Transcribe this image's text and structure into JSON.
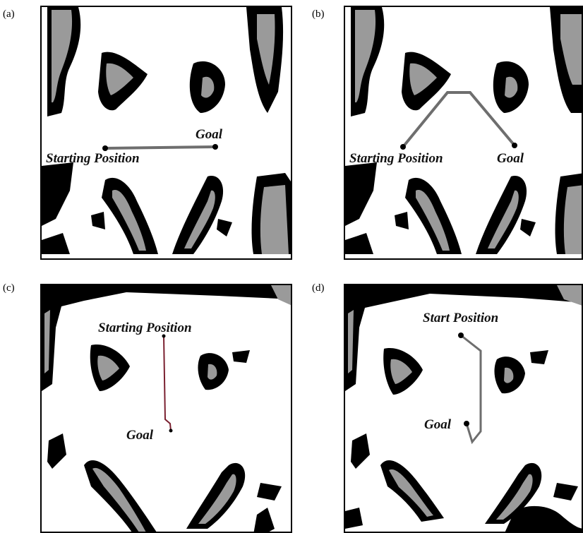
{
  "panels": [
    {
      "tag": "(a)",
      "labels": {
        "start": "Starting Position",
        "goal": "Goal"
      }
    },
    {
      "tag": "(b)",
      "labels": {
        "start": "Starting Position",
        "goal": "Goal"
      }
    },
    {
      "tag": "(c)",
      "labels": {
        "start": "Starting Position",
        "goal": "Goal"
      }
    },
    {
      "tag": "(d)",
      "labels": {
        "start": "Start Position",
        "goal": "Goal"
      }
    }
  ],
  "colors": {
    "obstacle": "#000000",
    "interior": "#9a9a9a",
    "path": "#6e6e6e",
    "path_c": "#7a2030",
    "marker": "#000000"
  }
}
